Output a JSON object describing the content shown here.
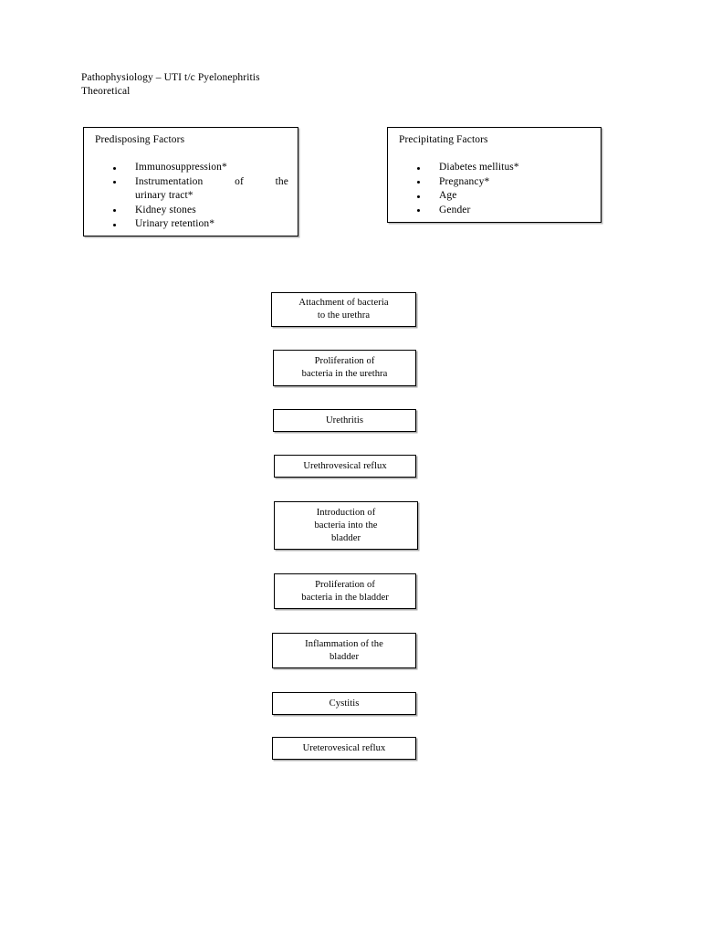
{
  "document": {
    "title_line_1": "Pathophysiology – UTI t/c Pyelonephritis",
    "title_line_2": "Theoretical",
    "title_full": "Pathophysiology – UTI t/c Pyelonephritis\nTheoretical",
    "background_color": "#ffffff",
    "text_color": "#000000",
    "border_color": "#000000",
    "shadow_color": "#b9b9b9"
  },
  "factor_boxes": {
    "predisposing": {
      "heading": "Predisposing Factors",
      "items": [
        {
          "text": "Immunosuppression*",
          "justified": false
        },
        {
          "text": "Instrumentation of the",
          "tail": "urinary tract*",
          "justified": true
        },
        {
          "text": "Kidney stones",
          "justified": false
        },
        {
          "text": "Urinary retention*",
          "justified": false
        }
      ]
    },
    "precipitating": {
      "heading": "Precipitating Factors",
      "items": [
        {
          "text": "Diabetes mellitus*",
          "justified": false
        },
        {
          "text": "Pregnancy*",
          "justified": false
        },
        {
          "text": "Age",
          "justified": false
        },
        {
          "text": "Gender",
          "justified": false
        }
      ]
    }
  },
  "flowchart": {
    "steps": [
      {
        "label": "Attachment of bacteria\nto the urethra"
      },
      {
        "label": "Proliferation of\nbacteria in the urethra"
      },
      {
        "label": "Urethritis"
      },
      {
        "label": "Urethrovesical reflux"
      },
      {
        "label": "Introduction of\nbacteria into the\nbladder"
      },
      {
        "label": "Proliferation of\nbacteria in the bladder"
      },
      {
        "label": "Inflammation of the\nbladder"
      },
      {
        "label": "Cystitis"
      },
      {
        "label": "Ureterovesical reflux"
      }
    ]
  }
}
